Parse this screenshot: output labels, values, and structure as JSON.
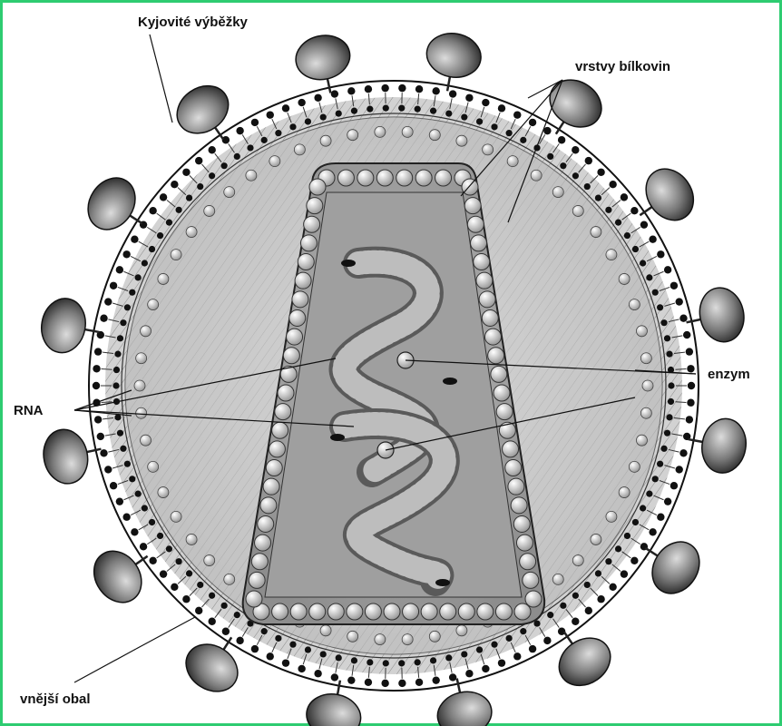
{
  "labels": {
    "spikes": "Kyjovité výběžky",
    "protein_layers": "vrstvy bílkovin",
    "enzyme": "enzym",
    "rna": "RNA",
    "outer_envelope": "vnější obal"
  },
  "colors": {
    "frame": "#2ecc71",
    "ink": "#111111",
    "matrix": "#c8c8c8",
    "core": "#a8a8a8",
    "capsomere": "#f2f2f2"
  }
}
